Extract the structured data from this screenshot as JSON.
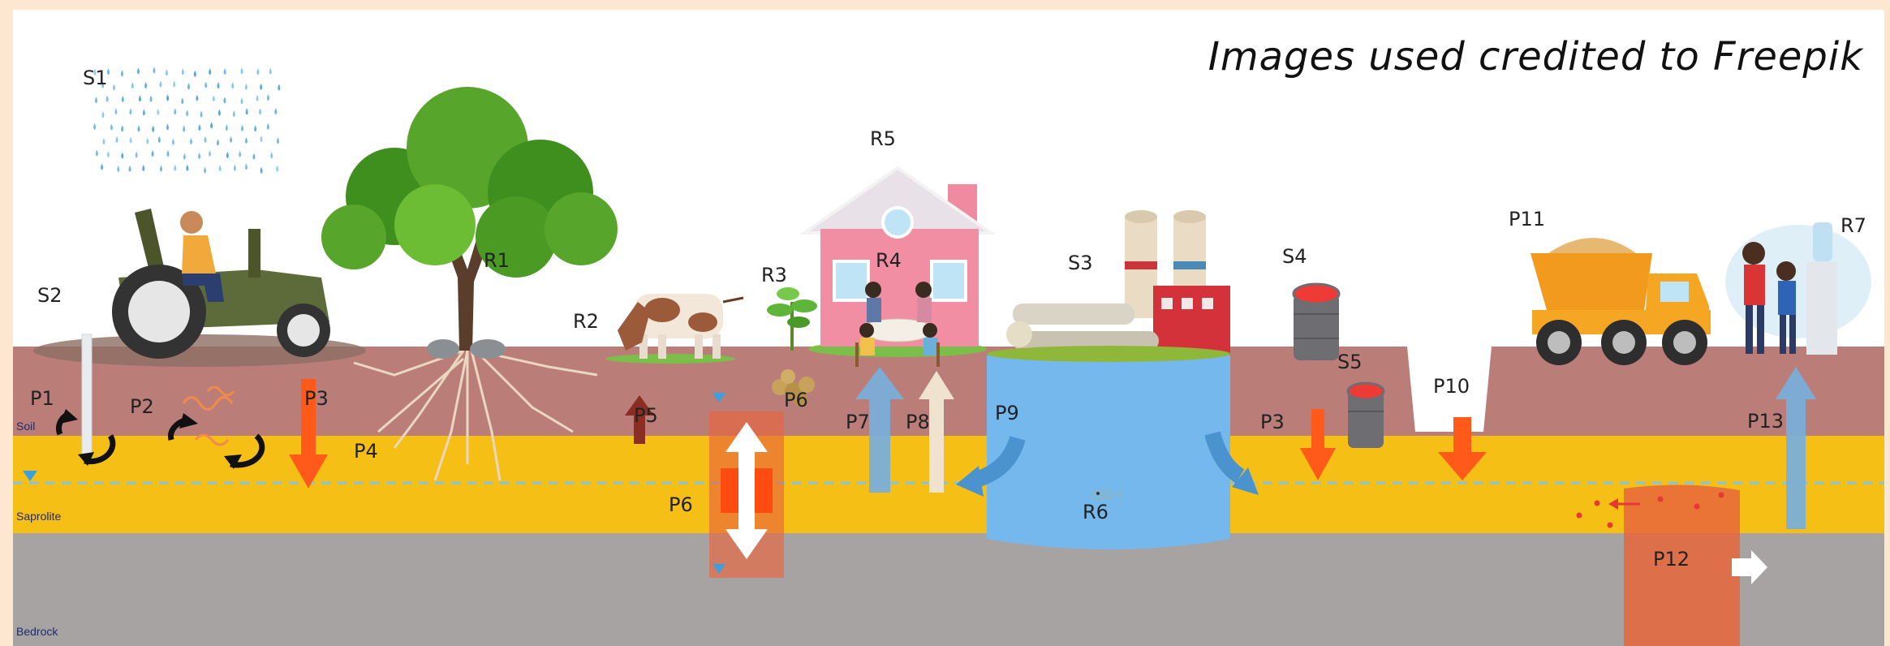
{
  "credit": "Images used credited to Freepik",
  "layers": {
    "soil": "Soil",
    "saprolite": "Saprolite",
    "bedrock": "Bedrock"
  },
  "labels": {
    "s1": "S1",
    "s2": "S2",
    "s3": "S3",
    "s4": "S4",
    "s5": "S5",
    "r1": "R1",
    "r2": "R2",
    "r3": "R3",
    "r4": "R4",
    "r5": "R5",
    "r6": "R6",
    "r7": "R7",
    "p1": "P1",
    "p2": "P2",
    "p3a": "P3",
    "p3b": "P3",
    "p4": "P4",
    "p5": "P5",
    "p6a": "P6",
    "p6b": "P6",
    "p7": "P7",
    "p8": "P8",
    "p9": "P9",
    "p10": "P10",
    "p11": "P11",
    "p12": "P12",
    "p13": "P13"
  },
  "colors": {
    "frame_border": "#fde7d0",
    "soil": "#bb7d78",
    "saprolite": "#f5bf16",
    "bedrock": "#a8a3a3",
    "water": "#74b8ee",
    "water_table": "#7fc6e6",
    "arrow_orange": "#ff5a1a",
    "arrow_blue": "#7aaed8",
    "arrow_brown": "#8a2e23",
    "plume": "#e8663c"
  },
  "icons": [
    "rain-icon",
    "tractor-icon",
    "tree-icon",
    "cow-icon",
    "seedling-icon",
    "house-icon",
    "family-dinner-icon",
    "factory-icon",
    "fish-icon",
    "barrel-icon",
    "dump-truck-icon",
    "people-water-cooler-icon",
    "water-table-marker-icon"
  ]
}
